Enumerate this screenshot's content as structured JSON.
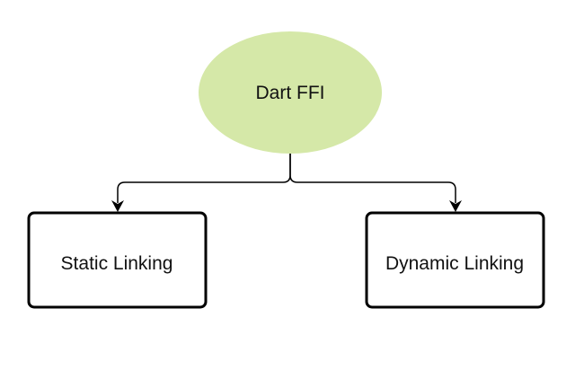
{
  "diagram": {
    "root": {
      "label": "Dart FFI",
      "fill": "#d5e8a8"
    },
    "children": [
      {
        "label": "Static Linking"
      },
      {
        "label": "Dynamic Linking"
      }
    ],
    "colors": {
      "stroke": "#000000",
      "box_fill": "#ffffff",
      "text": "#111111"
    }
  }
}
